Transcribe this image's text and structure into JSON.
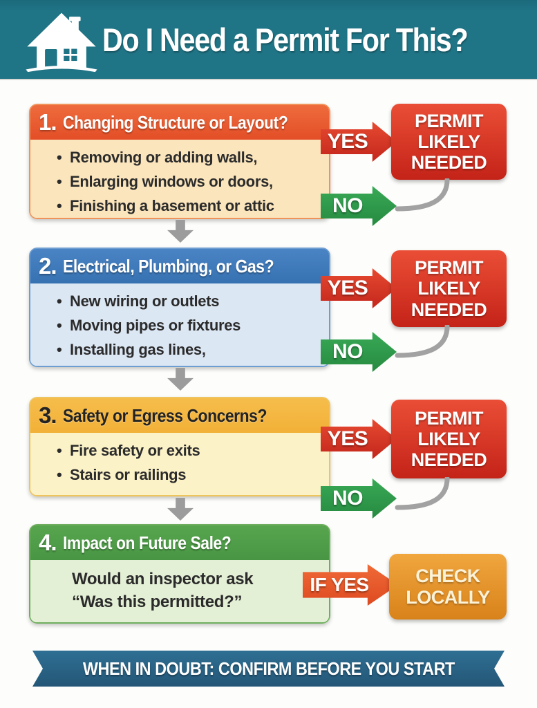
{
  "header": {
    "title": "Do I Need a Permit For This?",
    "icon": "house-icon"
  },
  "sections": [
    {
      "number": "1.",
      "title": "Changing Structure or Layout?",
      "bullets": [
        "Removing or adding walls,",
        "Enlarging windows or doors,",
        "Finishing a basement or attic"
      ],
      "yes_label": "YES",
      "no_label": "NO",
      "result_lines": [
        "PERMIT",
        "LIKELY",
        "NEEDED"
      ]
    },
    {
      "number": "2.",
      "title": "Electrical, Plumbing, or Gas?",
      "bullets": [
        "New wiring or outlets",
        "Moving pipes or fixtures",
        "Installing gas lines,"
      ],
      "yes_label": "YES",
      "no_label": "NO",
      "result_lines": [
        "PERMIT",
        "LIKELY",
        "NEEDED"
      ]
    },
    {
      "number": "3.",
      "title": "Safety or Egress Concerns?",
      "bullets": [
        "Fire safety or exits",
        "Stairs or railings"
      ],
      "yes_label": "YES",
      "no_label": "NO",
      "result_lines": [
        "PERMIT",
        "LIKELY",
        "NEEDED"
      ]
    },
    {
      "number": "4.",
      "title": "Impact on Future Sale?",
      "body_lines": [
        "Would an inspector ask",
        "“Was this permitted?”"
      ],
      "yes_label": "IF YES",
      "result_lines": [
        "CHECK",
        "LOCALLY"
      ]
    }
  ],
  "footer": {
    "text": "WHEN IN DOUBT: CONFIRM BEFORE YOU START"
  },
  "colors": {
    "banner_teal": "#1f7485",
    "section1_orange": "#ea5b33",
    "section2_blue": "#3d7abb",
    "section3_amber": "#f5b844",
    "section4_green": "#52a047",
    "yes_red": "#d32f23",
    "no_green": "#2f9c49",
    "ifyes_orange": "#e8562b",
    "permit_box_red": "#d4382a",
    "check_box_orange": "#e39027",
    "footer_blue": "#2a607f",
    "connector_gray": "#9c9c9c"
  }
}
